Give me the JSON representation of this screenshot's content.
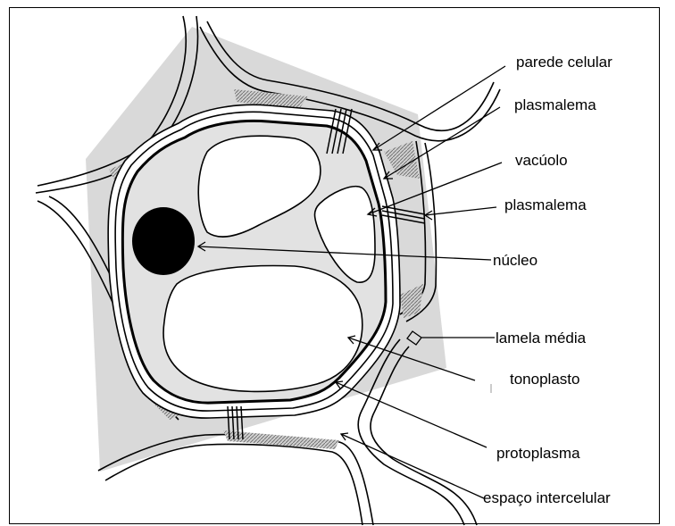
{
  "labels": {
    "parede_celular": "parede celular",
    "plasmalema_1": "plasmalema",
    "vacuolo": "vacúolo",
    "plasmalema_2": "plasmalema",
    "nucleo": "núcleo",
    "lamela_media": "lamela média",
    "tonoplasto": "tonoplasto",
    "protoplasma": "protoplasma",
    "espaco_intercelular": "espaço intercelular"
  },
  "colors": {
    "line": "#000000",
    "grey_fill": "#d9d9d9",
    "protoplasm_fill": "#e2e2e2",
    "nucleus_fill": "#000000"
  }
}
